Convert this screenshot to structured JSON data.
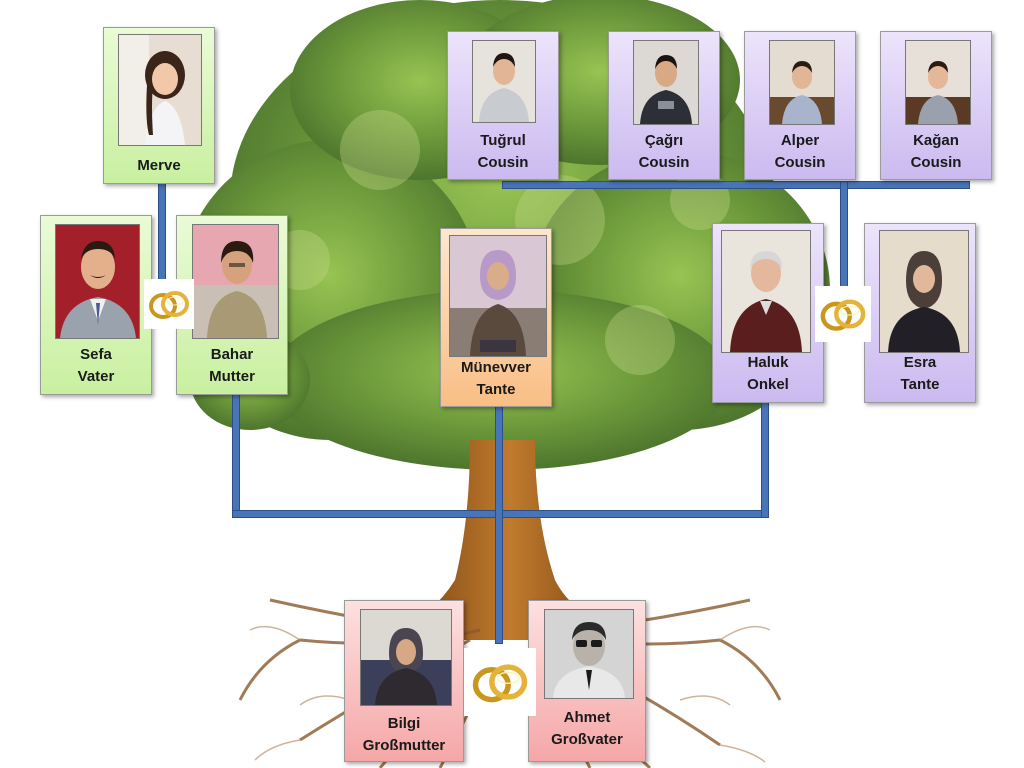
{
  "people": {
    "merve": {
      "name": "Merve",
      "role": ""
    },
    "sefa": {
      "name": "Sefa",
      "role": "Vater"
    },
    "bahar": {
      "name": "Bahar",
      "role": "Mutter"
    },
    "munevver": {
      "name": "Münevver",
      "role": "Tante"
    },
    "tugrul": {
      "name": "Tuğrul",
      "role": "Cousin"
    },
    "cagri": {
      "name": "Çağrı",
      "role": "Cousin"
    },
    "alper": {
      "name": "Alper",
      "role": "Cousin"
    },
    "kagan": {
      "name": "Kağan",
      "role": "Cousin"
    },
    "haluk": {
      "name": "Haluk",
      "role": "Onkel"
    },
    "esra": {
      "name": "Esra",
      "role": "Tante"
    },
    "bilgi": {
      "name": "Bilgi",
      "role": "Großmutter"
    },
    "ahmet": {
      "name": "Ahmet",
      "role": "Großvater"
    }
  },
  "colors": {
    "connector": "#4a74b8",
    "green_card": "#d4f5b0",
    "purple_card": "#d8cdf4",
    "orange_card": "#fbcd98",
    "pink_card": "#f7b8b8"
  },
  "icons": [
    "tree-background",
    "wedding-rings-icon",
    "person-photo"
  ]
}
